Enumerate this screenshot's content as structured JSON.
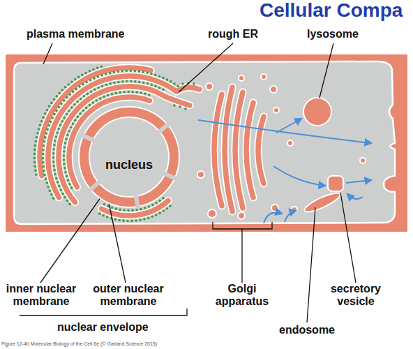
{
  "diagram": {
    "title": "Cellular Compa",
    "nodes": [
      {
        "text": [
          "nucleus"
        ]
      }
    ],
    "labels": [
      "plasma membrane",
      "rough ER",
      "lysosome",
      "inner nuclear membrane",
      "outer nuclear membrane",
      "nuclear envelope",
      "Golgi apparatus",
      "endosome",
      "secretory vesicle",
      "Figure 12-4b Molecular Biology of the Cell 6e (© Garland Science 2015)"
    ]
  }
}
